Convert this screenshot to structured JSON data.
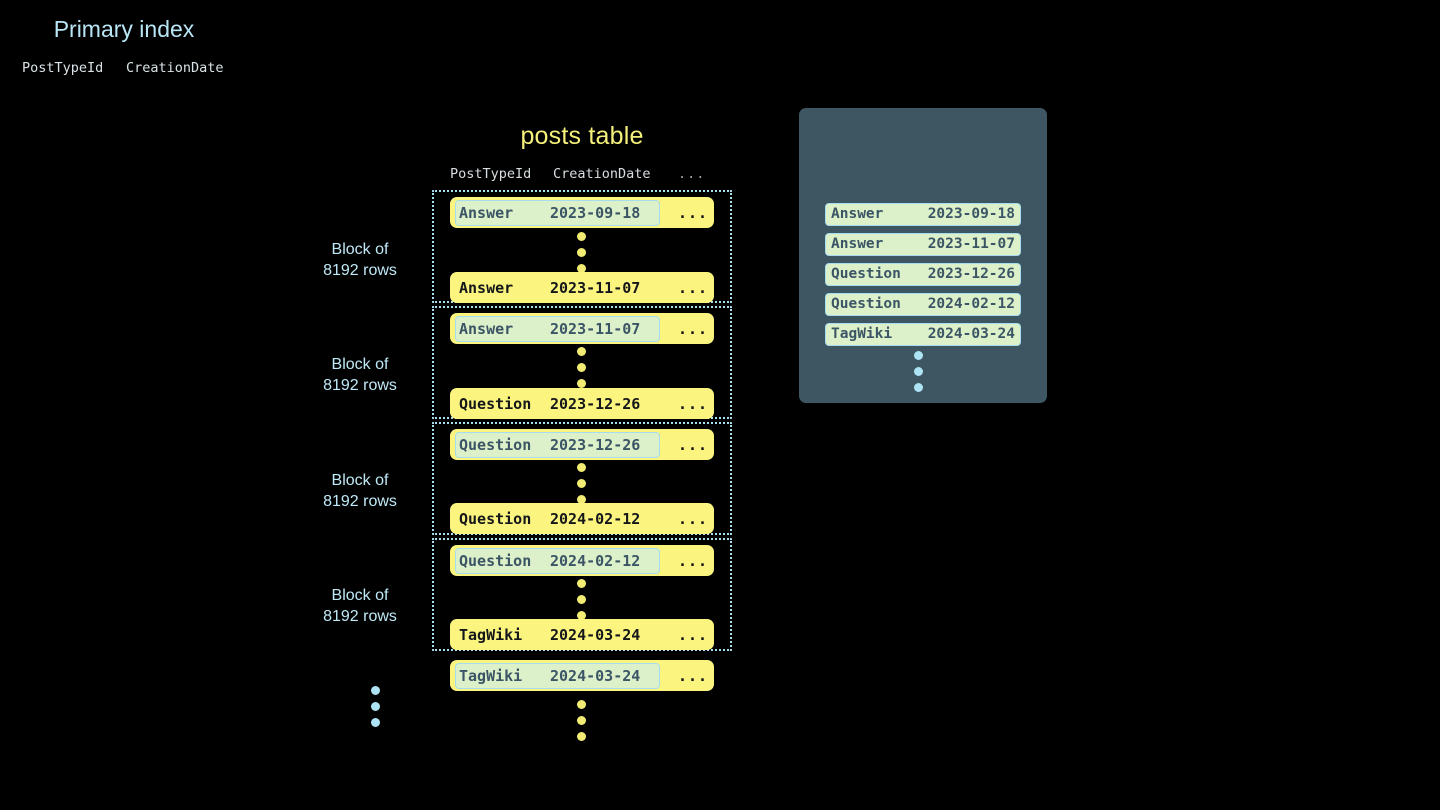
{
  "background_color": "#000000",
  "posts_table": {
    "title": "posts table",
    "columns": {
      "post_type_id": "PostTypeId",
      "creation_date": "CreationDate",
      "more": "..."
    },
    "block_label": "Block of\n8192 rows",
    "block_label_line1": "Block of",
    "block_label_line2": "8192 rows",
    "blocks": [
      {
        "label_line1": "Block of",
        "label_line2": "8192 rows",
        "first_row": {
          "post_type_id": "Answer",
          "creation_date": "2023-09-18",
          "more": "...",
          "highlighted": true
        },
        "last_row": {
          "post_type_id": "Answer",
          "creation_date": "2023-11-07",
          "more": "...",
          "highlighted": false
        }
      },
      {
        "label_line1": "Block of",
        "label_line2": "8192 rows",
        "first_row": {
          "post_type_id": "Answer",
          "creation_date": "2023-11-07",
          "more": "...",
          "highlighted": true
        },
        "last_row": {
          "post_type_id": "Question",
          "creation_date": "2023-12-26",
          "more": "...",
          "highlighted": false
        }
      },
      {
        "label_line1": "Block of",
        "label_line2": "8192 rows",
        "first_row": {
          "post_type_id": "Question",
          "creation_date": "2023-12-26",
          "more": "...",
          "highlighted": true
        },
        "last_row": {
          "post_type_id": "Question",
          "creation_date": "2024-02-12",
          "more": "...",
          "highlighted": false
        }
      },
      {
        "label_line1": "Block of",
        "label_line2": "8192 rows",
        "first_row": {
          "post_type_id": "Question",
          "creation_date": "2024-02-12",
          "more": "...",
          "highlighted": true
        },
        "last_row": {
          "post_type_id": "TagWiki",
          "creation_date": "2024-03-24",
          "more": "...",
          "highlighted": false
        }
      }
    ],
    "trailing_row": {
      "post_type_id": "TagWiki",
      "creation_date": "2024-03-24",
      "more": "...",
      "highlighted": true
    },
    "ellipsis_glyph": "vertical-ellipsis"
  },
  "primary_index": {
    "title": "Primary index",
    "columns": {
      "post_type_id": "PostTypeId",
      "creation_date": "CreationDate"
    },
    "entries": [
      {
        "post_type_id": "Answer",
        "creation_date": "2023-09-18"
      },
      {
        "post_type_id": "Answer",
        "creation_date": "2023-11-07"
      },
      {
        "post_type_id": "Question",
        "creation_date": "2023-12-26"
      },
      {
        "post_type_id": "Question",
        "creation_date": "2024-02-12"
      },
      {
        "post_type_id": "TagWiki",
        "creation_date": "2024-03-24"
      }
    ],
    "ellipsis_glyph": "vertical-ellipsis"
  },
  "colors": {
    "row_yellow": "#fbf580",
    "highlight_green": "#dcf1c9",
    "highlight_border": "#a6dcef",
    "panel_slate": "#3e5562",
    "title_yellow": "#f5f07a",
    "title_blue": "#b9e6f6",
    "label_blue": "#bfe9f7",
    "dot_yellow": "#f3ec72",
    "dot_blue": "#aee3f5",
    "header_grey": "#d7dde0"
  }
}
